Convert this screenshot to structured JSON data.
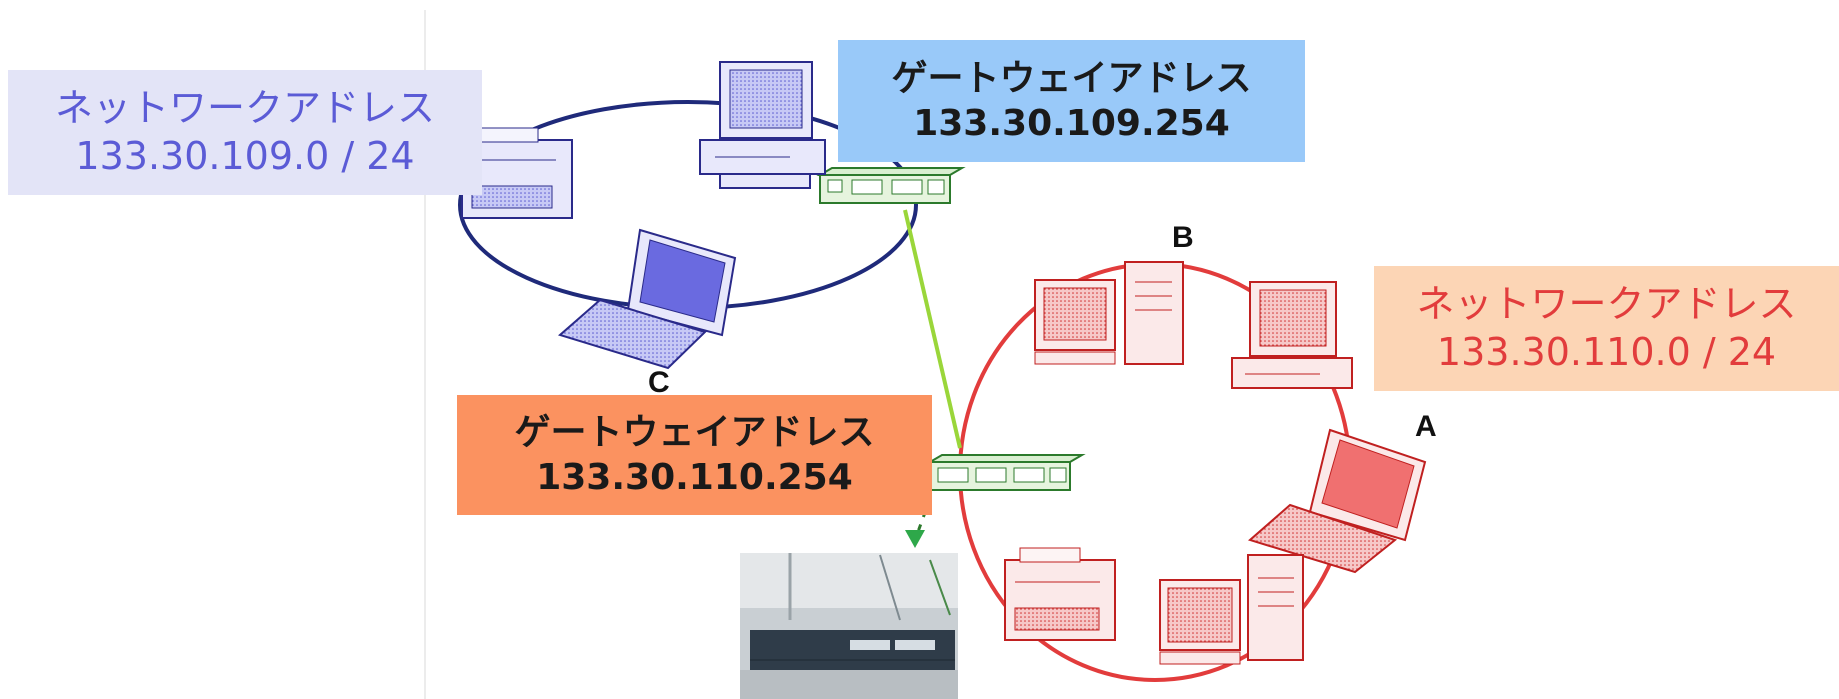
{
  "labels": {
    "network_left": {
      "title": "ネットワークアドレス",
      "address": "133.30.109.0 / 24"
    },
    "network_right": {
      "title": "ネットワークアドレス",
      "address": "133.30.110.0 / 24"
    },
    "gateway_top": {
      "title": "ゲートウェイアドレス",
      "address": "133.30.109.254"
    },
    "gateway_bottom": {
      "title": "ゲートウェイアドレス",
      "address": "133.30.110.254"
    }
  },
  "nodes": {
    "a": "A",
    "b": "B",
    "c": "C"
  },
  "colors": {
    "left_network": "#1f2a7a",
    "right_network": "#e23c3c",
    "switch": "#2c7a2c",
    "uplink": "#9ad63a"
  }
}
